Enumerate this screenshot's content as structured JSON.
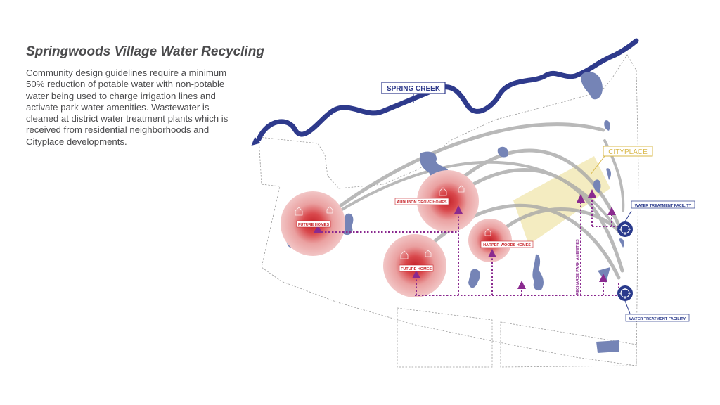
{
  "title": "Springwoods Village Water Recycling",
  "description": "Community design guidelines require a minimum 50% reduction of potable water with non-potable water being used to charge irrigation lines and activate park water amenities. Wastewater is cleaned at district water treatment plants which is received from residential neighborhoods and Cityplace developments.",
  "map": {
    "spring_creek_label": "SPRING CREEK",
    "cityplace_label": "CITYPLACE",
    "neighborhoods": {
      "future_homes_west": "FUTURE HOMES",
      "audubon_grove": "AUDUBON GROVE HOMES",
      "harper_woods": "HARPER WOODS HOMES",
      "future_homes_south": "FUTURE HOMES"
    },
    "recharge_label": "RECHARGE PARK AMENITIES",
    "treatment_facility_upper": "WATER TREATMENT FACILITY",
    "treatment_facility_lower": "WATER TREATMENT FACILITY"
  },
  "colors": {
    "river": "#2e3a8c",
    "ponds": "#7584b6",
    "zone_outer": "#f2c9c9",
    "zone_inner": "#c8282e",
    "recycled_flow": "#8a2a8f",
    "cityplace": "#f3eaba",
    "cityplace_text": "#d9b84a",
    "facility": "#2a3a8c"
  }
}
